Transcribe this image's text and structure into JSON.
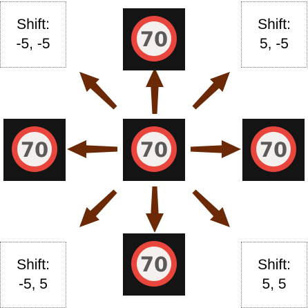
{
  "diagram": {
    "sign_text": "70",
    "shift_label": "Shift:",
    "shifted_corners": [
      {
        "id": "top-left",
        "value": "-5, -5"
      },
      {
        "id": "top-right",
        "value": "5, -5"
      },
      {
        "id": "bottom-left",
        "value": "-5, 5"
      },
      {
        "id": "bottom-right",
        "value": "5, 5"
      }
    ],
    "colors": {
      "arrow": "#6b2a05",
      "sign_ring": "#e8453c",
      "sign_face": "#f3f0ee",
      "sign_digits": "#5a5a5a",
      "tile_background": "#141414"
    }
  }
}
